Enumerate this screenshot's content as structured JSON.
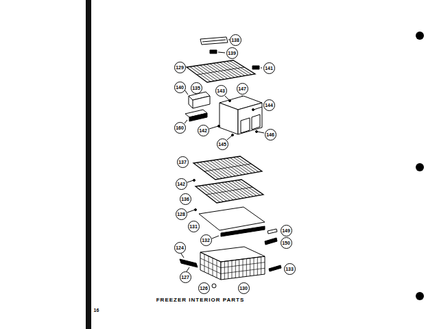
{
  "diagram": {
    "title": "FREEZER INTERIOR PARTS",
    "labels": [
      "138",
      "139",
      "129",
      "135",
      "141",
      "140",
      "143",
      "147",
      "160",
      "144",
      "142",
      "145",
      "146",
      "137",
      "142",
      "136",
      "128",
      "131",
      "132",
      "149",
      "150",
      "124",
      "127",
      "126",
      "130",
      "133",
      "16"
    ]
  }
}
